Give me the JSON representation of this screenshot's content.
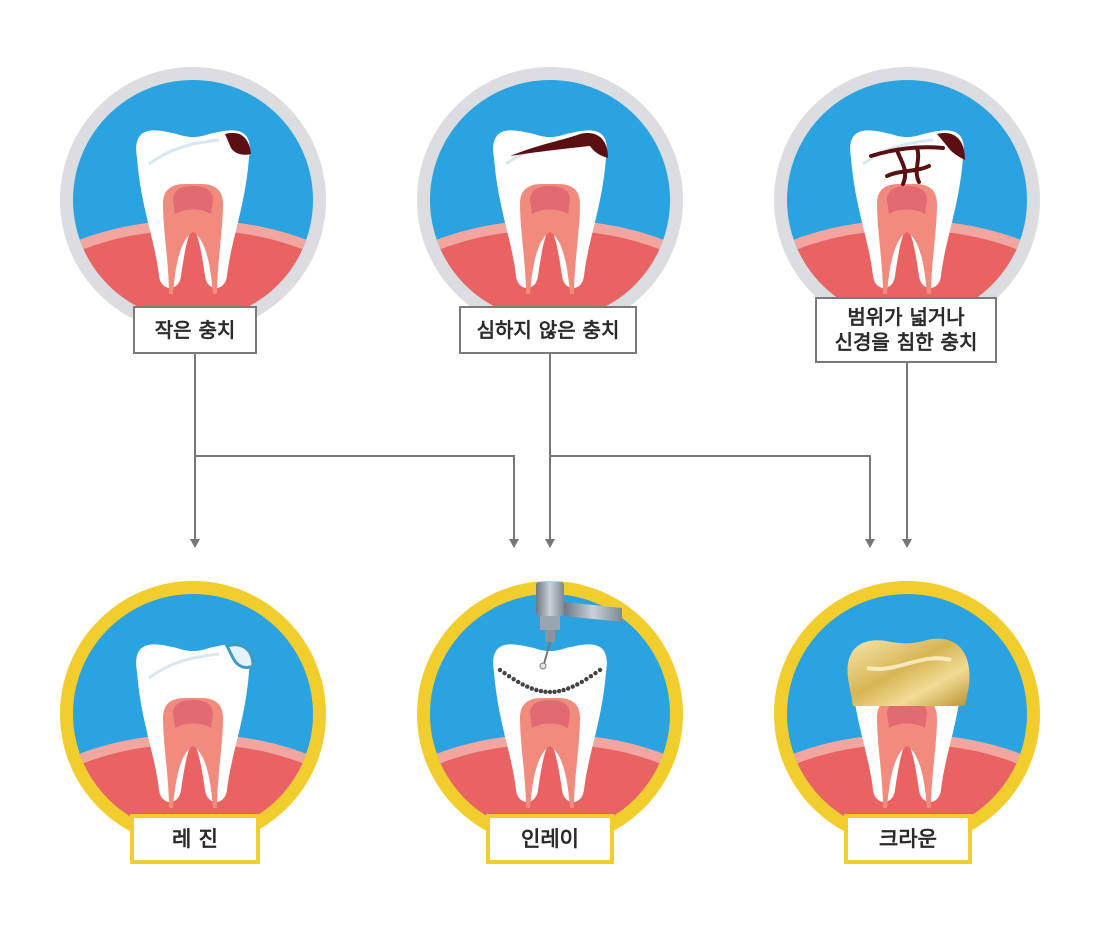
{
  "colors": {
    "sky": "#2aa3e0",
    "gum": "#e96363",
    "gum_band": "#f3a6a0",
    "ring_gray": "#dcdde1",
    "ring_gold": "#f2cd2e",
    "tooth": "#ffffff",
    "pulp_outer": "#f08b7e",
    "pulp_inner": "#e26a72",
    "decay": "#5c0f12",
    "connector": "#777777",
    "resin": "#e3f3f8",
    "gold_light": "#f3e0a0",
    "gold_dark": "#c8a23a",
    "tool": "#8e9aa5"
  },
  "conditions": [
    {
      "id": "small",
      "lines": [
        "작은 충치"
      ],
      "decay": "small"
    },
    {
      "id": "moderate",
      "lines": [
        "심하지 않은 충치"
      ],
      "decay": "medium"
    },
    {
      "id": "large",
      "lines": [
        "범위가 넓거나",
        "신경을 침한 충치"
      ],
      "decay": "large"
    }
  ],
  "treatments": [
    {
      "id": "resin",
      "lines": [
        "레 진"
      ],
      "restoration": "resin"
    },
    {
      "id": "inlay",
      "lines": [
        "인레이"
      ],
      "restoration": "inlay"
    },
    {
      "id": "crown",
      "lines": [
        "크라운"
      ],
      "restoration": "crown"
    }
  ],
  "links": [
    {
      "from": 0,
      "to": 0
    },
    {
      "from": 0,
      "to": 1
    },
    {
      "from": 1,
      "to": 1
    },
    {
      "from": 1,
      "to": 2
    },
    {
      "from": 2,
      "to": 2
    }
  ]
}
